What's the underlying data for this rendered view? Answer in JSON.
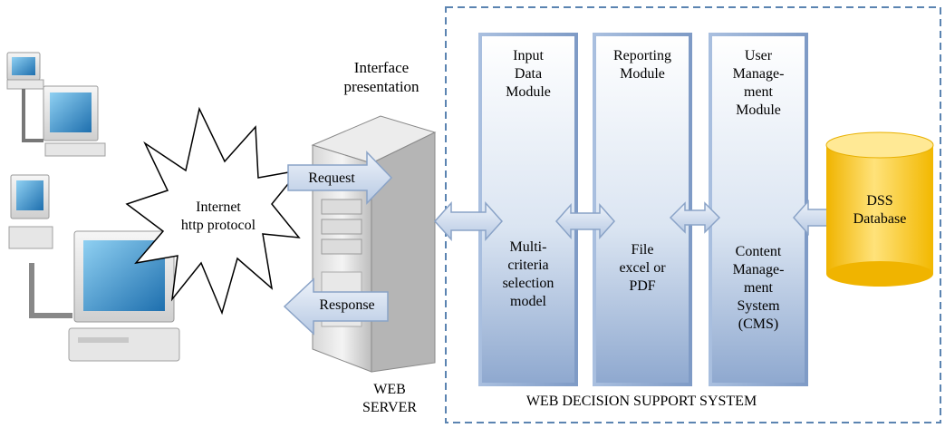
{
  "labels": {
    "interface": "Interface\npresentation",
    "internet": "Internet\nhttp protocol",
    "request": "Request",
    "response": "Response",
    "web_server": "WEB\nSERVER",
    "system_title": "WEB DECISION SUPPORT SYSTEM",
    "dss_database": "DSS\nDatabase"
  },
  "modules": [
    {
      "title": "Input\nData\nModule",
      "content": "Multi-\ncriteria\nselection\nmodel"
    },
    {
      "title": "Reporting\nModule",
      "content": "File\nexcel or\nPDF"
    },
    {
      "title": "User\nManage-\nment\nModule",
      "content": "Content\nManage-\nment\nSystem\n(CMS)"
    }
  ],
  "colors": {
    "dashed_border": "#5b84b1",
    "module_fill_top": "#ffffff",
    "module_fill_bottom": "#8fa9cf",
    "arrow_fill": "#c9d8ec",
    "arrow_stroke": "#8aa3c7",
    "database_fill": "#f3c52c"
  },
  "icons": [
    "desktop-computer-icon",
    "internet-cloud-icon",
    "web-server-icon",
    "database-icon"
  ]
}
